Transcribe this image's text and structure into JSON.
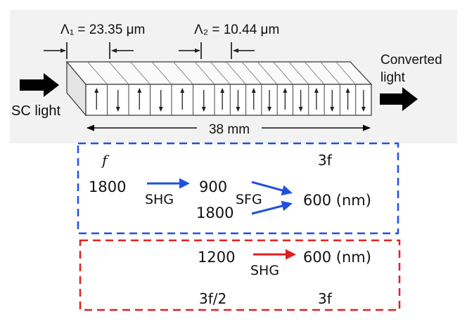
{
  "crystal": {
    "period1_label": "Λ₁ = 23.35 μm",
    "period2_label": "Λ₂ = 10.44 μm",
    "input_label": "SC light",
    "output_label_line1": "Converted",
    "output_label_line2": "light",
    "length_label": "38 mm",
    "domain_polarity": [
      "up",
      "down",
      "up",
      "down",
      "up",
      "down",
      "up",
      "down",
      "up",
      "down",
      "up",
      "down",
      "up",
      "down",
      "up",
      "down"
    ]
  },
  "cascade_box": {
    "border_color": "#2050e0",
    "arrow_color": "#2050e0",
    "label_f": "f",
    "label_3f": "3f",
    "wl_input": "1800",
    "wl_shg": "900",
    "wl_sfg_partner": "1800",
    "wl_output": "600 (nm)",
    "process1": "SHG",
    "process2": "SFG"
  },
  "direct_box": {
    "border_color": "#e02020",
    "arrow_color": "#e02020",
    "wl_input": "1200",
    "wl_output": "600 (nm)",
    "process": "SHG",
    "label_3f_2": "3f/2",
    "label_3f": "3f"
  }
}
